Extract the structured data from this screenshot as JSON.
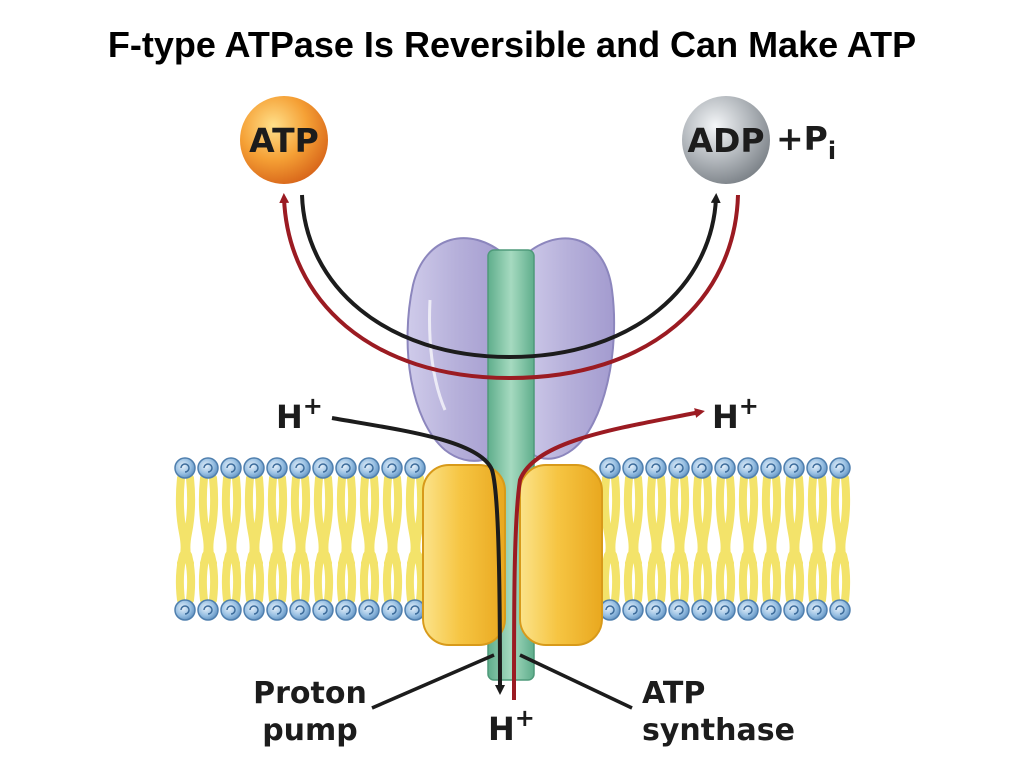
{
  "title": "F-type ATPase Is Reversible and Can Make ATP",
  "molecules": {
    "atp": "ATP",
    "adp": "ADP",
    "pi_prefix": "+P",
    "pi_subscript": "i"
  },
  "protons": {
    "left": "H",
    "right": "H",
    "bottom": "H",
    "charge": "+"
  },
  "labels": {
    "proton_pump_line1": "Proton",
    "proton_pump_line2": "pump",
    "atp_synthase_line1": "ATP",
    "atp_synthase_line2": "synthase"
  },
  "colors": {
    "atp_sphere": "#f28c28",
    "adp_sphere": "#a9aeb3",
    "head_lavender": "#b9b3dc",
    "stalk_teal": "#7fc2a4",
    "c_ring_yellow": "#f6c543",
    "lipid_head_blue": "#8fb8dd",
    "lipid_tail_yellow": "#f3e36a",
    "synthesis_arrow": "#9b1b22",
    "hydrolysis_arrow": "#1c1c1c"
  }
}
